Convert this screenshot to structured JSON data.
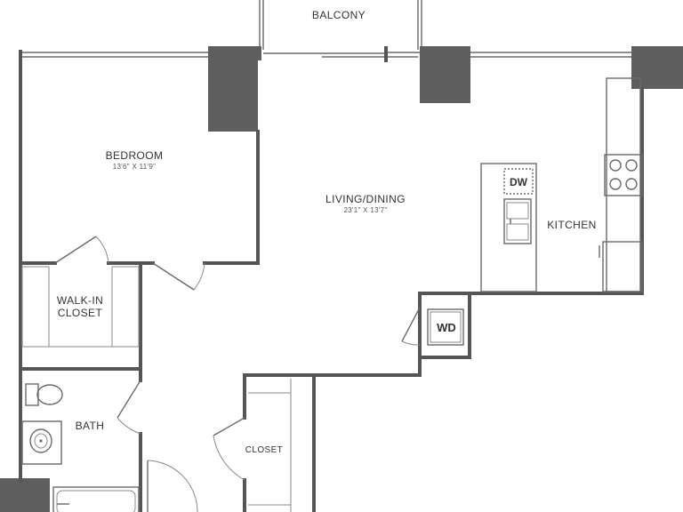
{
  "rooms": {
    "balcony": {
      "label": "BALCONY"
    },
    "bedroom": {
      "label": "BEDROOM",
      "dimensions": "13'6\" X 11'9\""
    },
    "living_dining": {
      "label": "LIVING/DINING",
      "dimensions": "23'1\" X 13'7\""
    },
    "kitchen": {
      "label": "KITCHEN"
    },
    "walk_in_closet": {
      "label_line1": "WALK-IN",
      "label_line2": "CLOSET"
    },
    "bath": {
      "label": "BATH"
    },
    "closet": {
      "label": "CLOSET"
    }
  },
  "appliances": {
    "dishwasher": "DW",
    "washer_dryer": "WD"
  },
  "colors": {
    "wall": "#555555",
    "column": "#5e5e5e",
    "background": "#ffffff"
  }
}
